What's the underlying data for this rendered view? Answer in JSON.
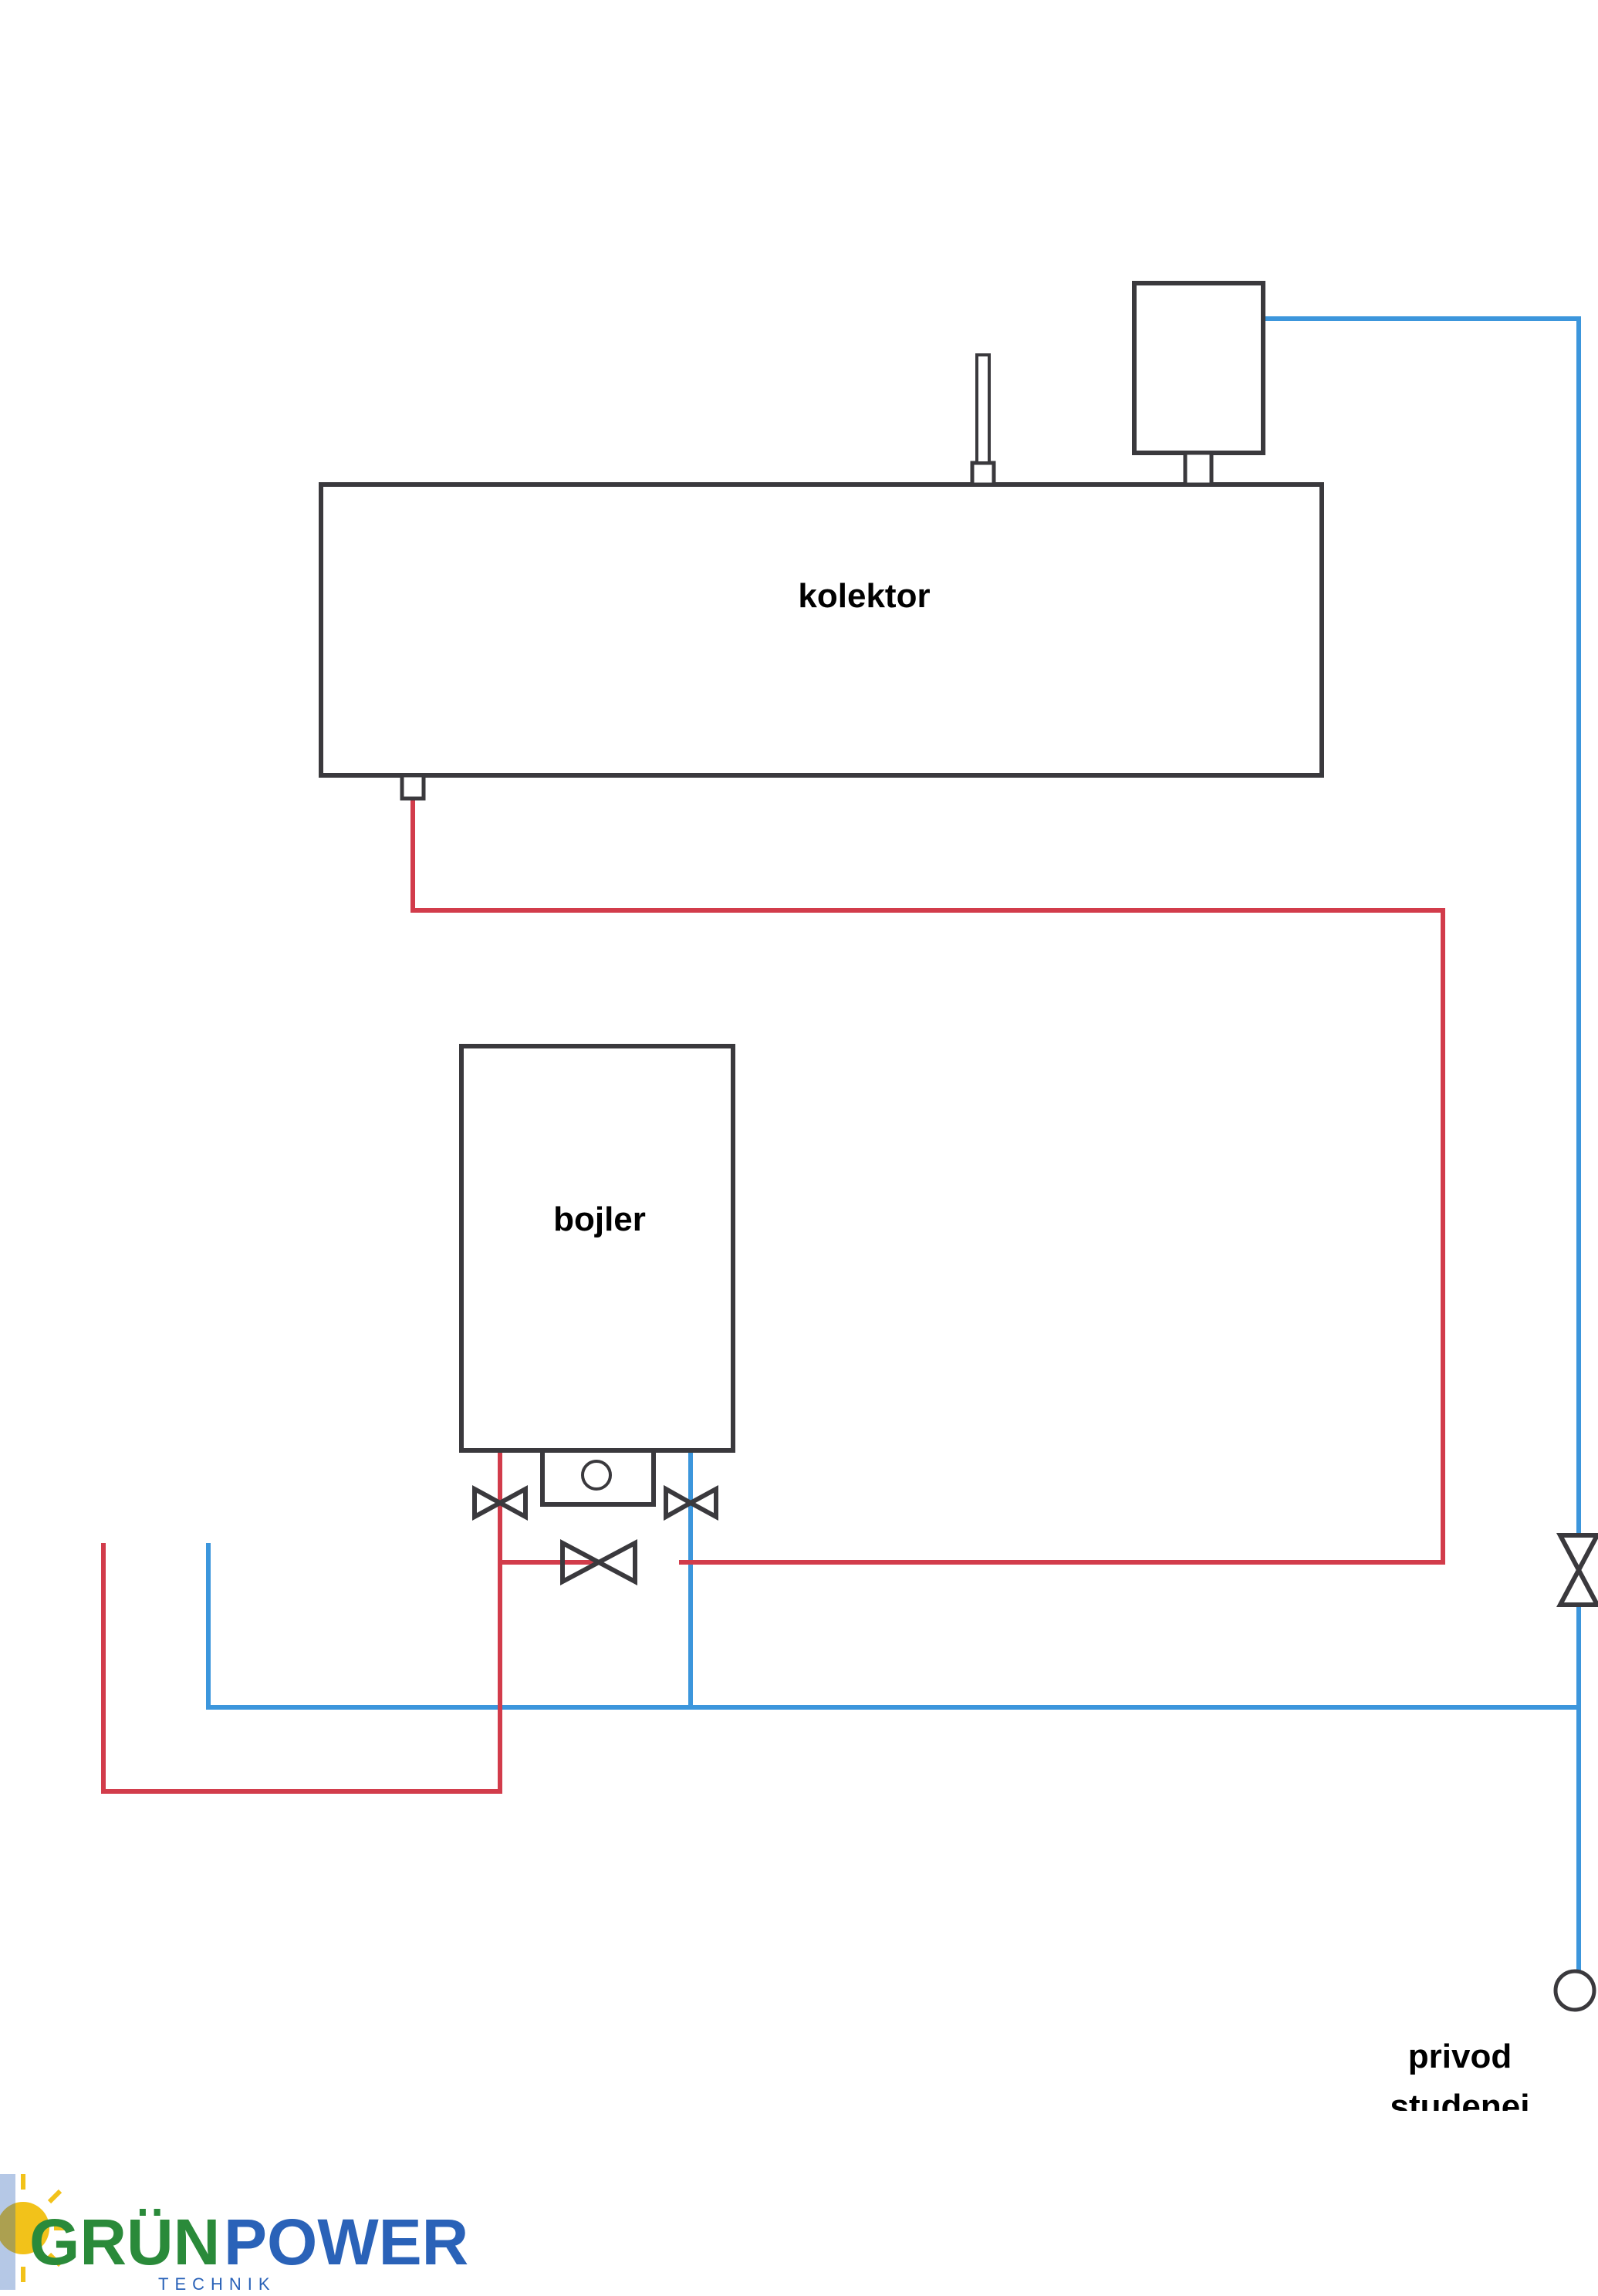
{
  "labels": {
    "collector": "kolektor",
    "boiler": "bojler",
    "inlet_line1": "privod",
    "inlet_line2": "studenej"
  },
  "logo": {
    "part1": "GRÜN",
    "part2": "POWER",
    "sub": "TECHNIK"
  },
  "colors": {
    "hot_pipe": "#d23c4b",
    "cold_pipe": "#3c96dc",
    "outline": "#3a393d",
    "logo_green": "#2a8a3a",
    "logo_blue": "#2a62b8",
    "logo_sun": "#f2c21a"
  }
}
